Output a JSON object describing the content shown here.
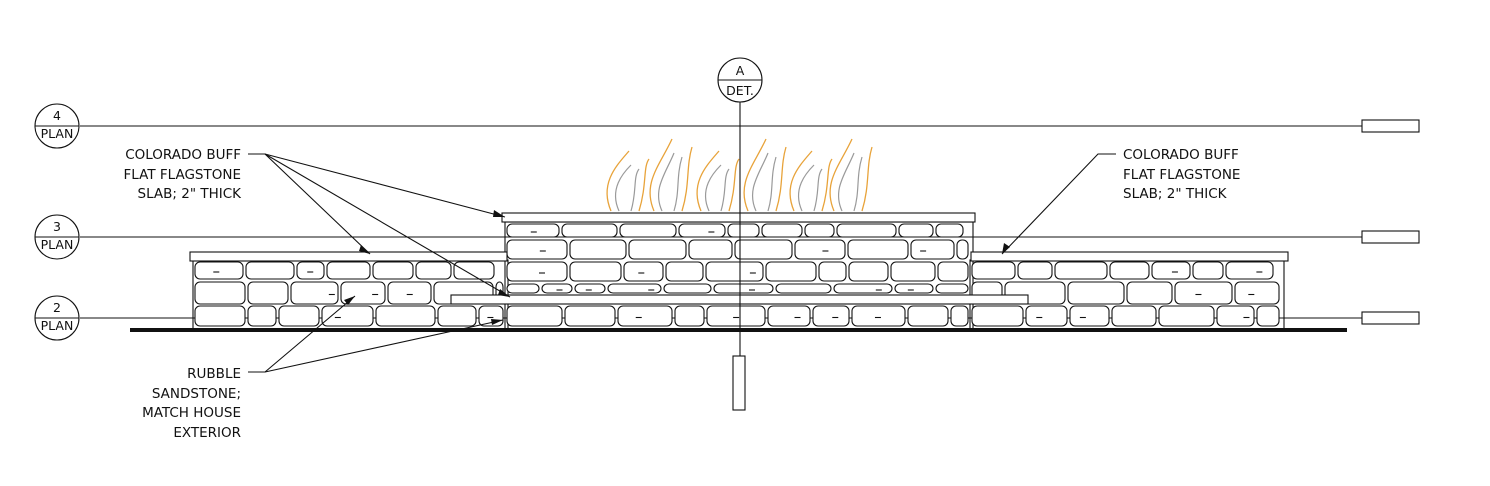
{
  "level_markers": [
    {
      "number": "4",
      "label": "PLAN"
    },
    {
      "number": "3",
      "label": "PLAN"
    },
    {
      "number": "2",
      "label": "PLAN"
    }
  ],
  "detail_marker": {
    "letter": "A",
    "label": "DET."
  },
  "notes": {
    "flagstone_left": [
      "COLORADO BUFF",
      "FLAT FLAGSTONE",
      "SLAB; 2\" THICK"
    ],
    "flagstone_right": [
      "COLORADO BUFF",
      "FLAT FLAGSTONE",
      "SLAB; 2\" THICK"
    ],
    "rubble": [
      "RUBBLE",
      "SANDSTONE;",
      "MATCH HOUSE",
      "EXTERIOR"
    ]
  },
  "colors": {
    "line": "#111111",
    "flame_outer": "#e8a33a",
    "flame_inner": "#9a9a9a"
  }
}
